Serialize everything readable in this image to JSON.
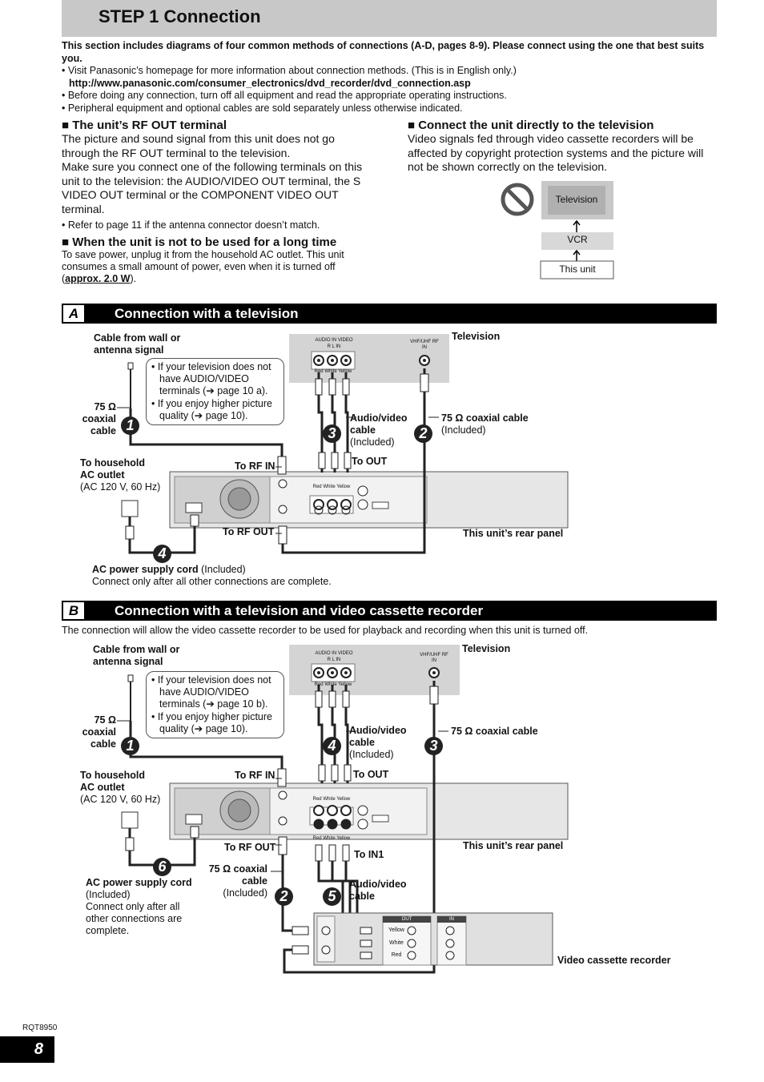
{
  "header": {
    "title": "STEP 1 Connection"
  },
  "intro": {
    "lead": "This section includes diagrams of four common methods of connections (A-D, pages 8-9). Please connect using the one that best suits you.",
    "b1": "• Visit Panasonic’s homepage for more information about connection methods. (This is in English only.)",
    "url": "http://www.panasonic.com/consumer_electronics/dvd_recorder/dvd_connection.asp",
    "b2": "• Before doing any connection, turn off all equipment and read the appropriate operating instructions.",
    "b3": "• Peripheral equipment and optional cables are sold separately unless otherwise indicated."
  },
  "rf_out": {
    "heading": "■ The unit’s RF OUT terminal",
    "p1": "The picture and sound signal from this unit does not go through the RF OUT terminal to the television.",
    "p2": "Make sure you connect one of the following terminals on this unit to the television: the AUDIO/VIDEO OUT terminal, the S VIDEO OUT terminal or the COMPONENT VIDEO OUT terminal.",
    "note": "• Refer to page 11 if the antenna connector doesn’t match."
  },
  "long_time": {
    "heading": "■ When the unit is not to be used for a long time",
    "text": "To save power, unplug it from the household AC outlet. This unit consumes a small amount of power, even when it is turned off (",
    "power": "approx. 2.0 W",
    "tail": ")."
  },
  "direct": {
    "heading": "■ Connect the unit directly to the television",
    "text": "Video signals fed through video cassette recorders will be affected by copyright protection systems and the picture will not be shown correctly on the television.",
    "box_tv": "Television",
    "box_vcr": "VCR",
    "box_unit": "This unit"
  },
  "section_a": {
    "letter": "A",
    "title": "Connection with a television",
    "cable_wall_1": "Cable from wall or",
    "cable_wall_2": "antenna signal",
    "note1": "• If your television does not have AUDIO/VIDEO terminals (➔ page 10 a).",
    "note2": "• If you enjoy higher picture quality (➔ page 10).",
    "coax_1": "75 Ω",
    "coax_2": "coaxial",
    "coax_3": "cable",
    "tv": "Television",
    "av_1": "Audio/video",
    "av_2": "cable",
    "av_3": "(Included)",
    "coax_right": "75 Ω coaxial cable",
    "coax_right_inc": "(Included)",
    "household_1": "To household",
    "household_2": "AC outlet",
    "household_3": "(AC 120 V, 60 Hz)",
    "to_rf_in": "To RF IN",
    "to_out": "To OUT",
    "to_rf_out": "To RF OUT",
    "rear": "This unit’s rear panel",
    "ac_cord": "AC power supply cord",
    "ac_inc": " (Included)",
    "ac_note": "Connect only after all other connections are complete.",
    "rwy": "Red White Yellow",
    "tv_audio": "AUDIO IN VIDEO",
    "tv_rl": "R    L    IN",
    "tv_rf": "VHF/UHF RF IN",
    "steps": [
      "1",
      "2",
      "3",
      "4"
    ]
  },
  "section_b": {
    "letter": "B",
    "title": "Connection with a television and video cassette recorder",
    "intro": "The connection will allow the video cassette recorder to be used for playback and recording when this unit is turned off.",
    "cable_wall_1": "Cable from wall or",
    "cable_wall_2": "antenna signal",
    "note1": "• If your television does not have AUDIO/VIDEO terminals (➔ page 10 b).",
    "note2": "• If you enjoy higher picture quality (➔ page 10).",
    "coax_1": "75 Ω",
    "coax_2": "coaxial",
    "coax_3": "cable",
    "tv": "Television",
    "av_1": "Audio/video",
    "av_2": "cable",
    "av_3": "(Included)",
    "coax_right": "75 Ω coaxial cable",
    "household_1": "To household",
    "household_2": "AC outlet",
    "household_3": "(AC 120 V, 60 Hz)",
    "to_rf_in": "To RF IN",
    "to_out": "To OUT",
    "to_rf_out": "To RF OUT",
    "to_in1": "To IN1",
    "rear": "This unit’s rear panel",
    "coax_low_1": "75 Ω coaxial",
    "coax_low_2": "cable",
    "coax_low_3": "(Included)",
    "av2_1": "Audio/video",
    "av2_2": "cable",
    "ac_cord": "AC power supply cord",
    "ac_inc": "(Included)",
    "ac_note_1": "Connect only after all",
    "ac_note_2": "other connections are",
    "ac_note_3": "complete.",
    "vcr": "Video cassette recorder",
    "rwy": "Red White Yellow",
    "vcr_out": "OUT",
    "vcr_in": "IN",
    "yellow": "Yellow",
    "white": "White",
    "red": "Red",
    "tv_audio": "AUDIO IN VIDEO",
    "tv_rl": "R    L    IN",
    "tv_rf": "VHF/UHF RF IN",
    "steps": [
      "1",
      "2",
      "3",
      "4",
      "5",
      "6"
    ]
  },
  "footer": {
    "code": "RQT8950",
    "page": "8"
  }
}
